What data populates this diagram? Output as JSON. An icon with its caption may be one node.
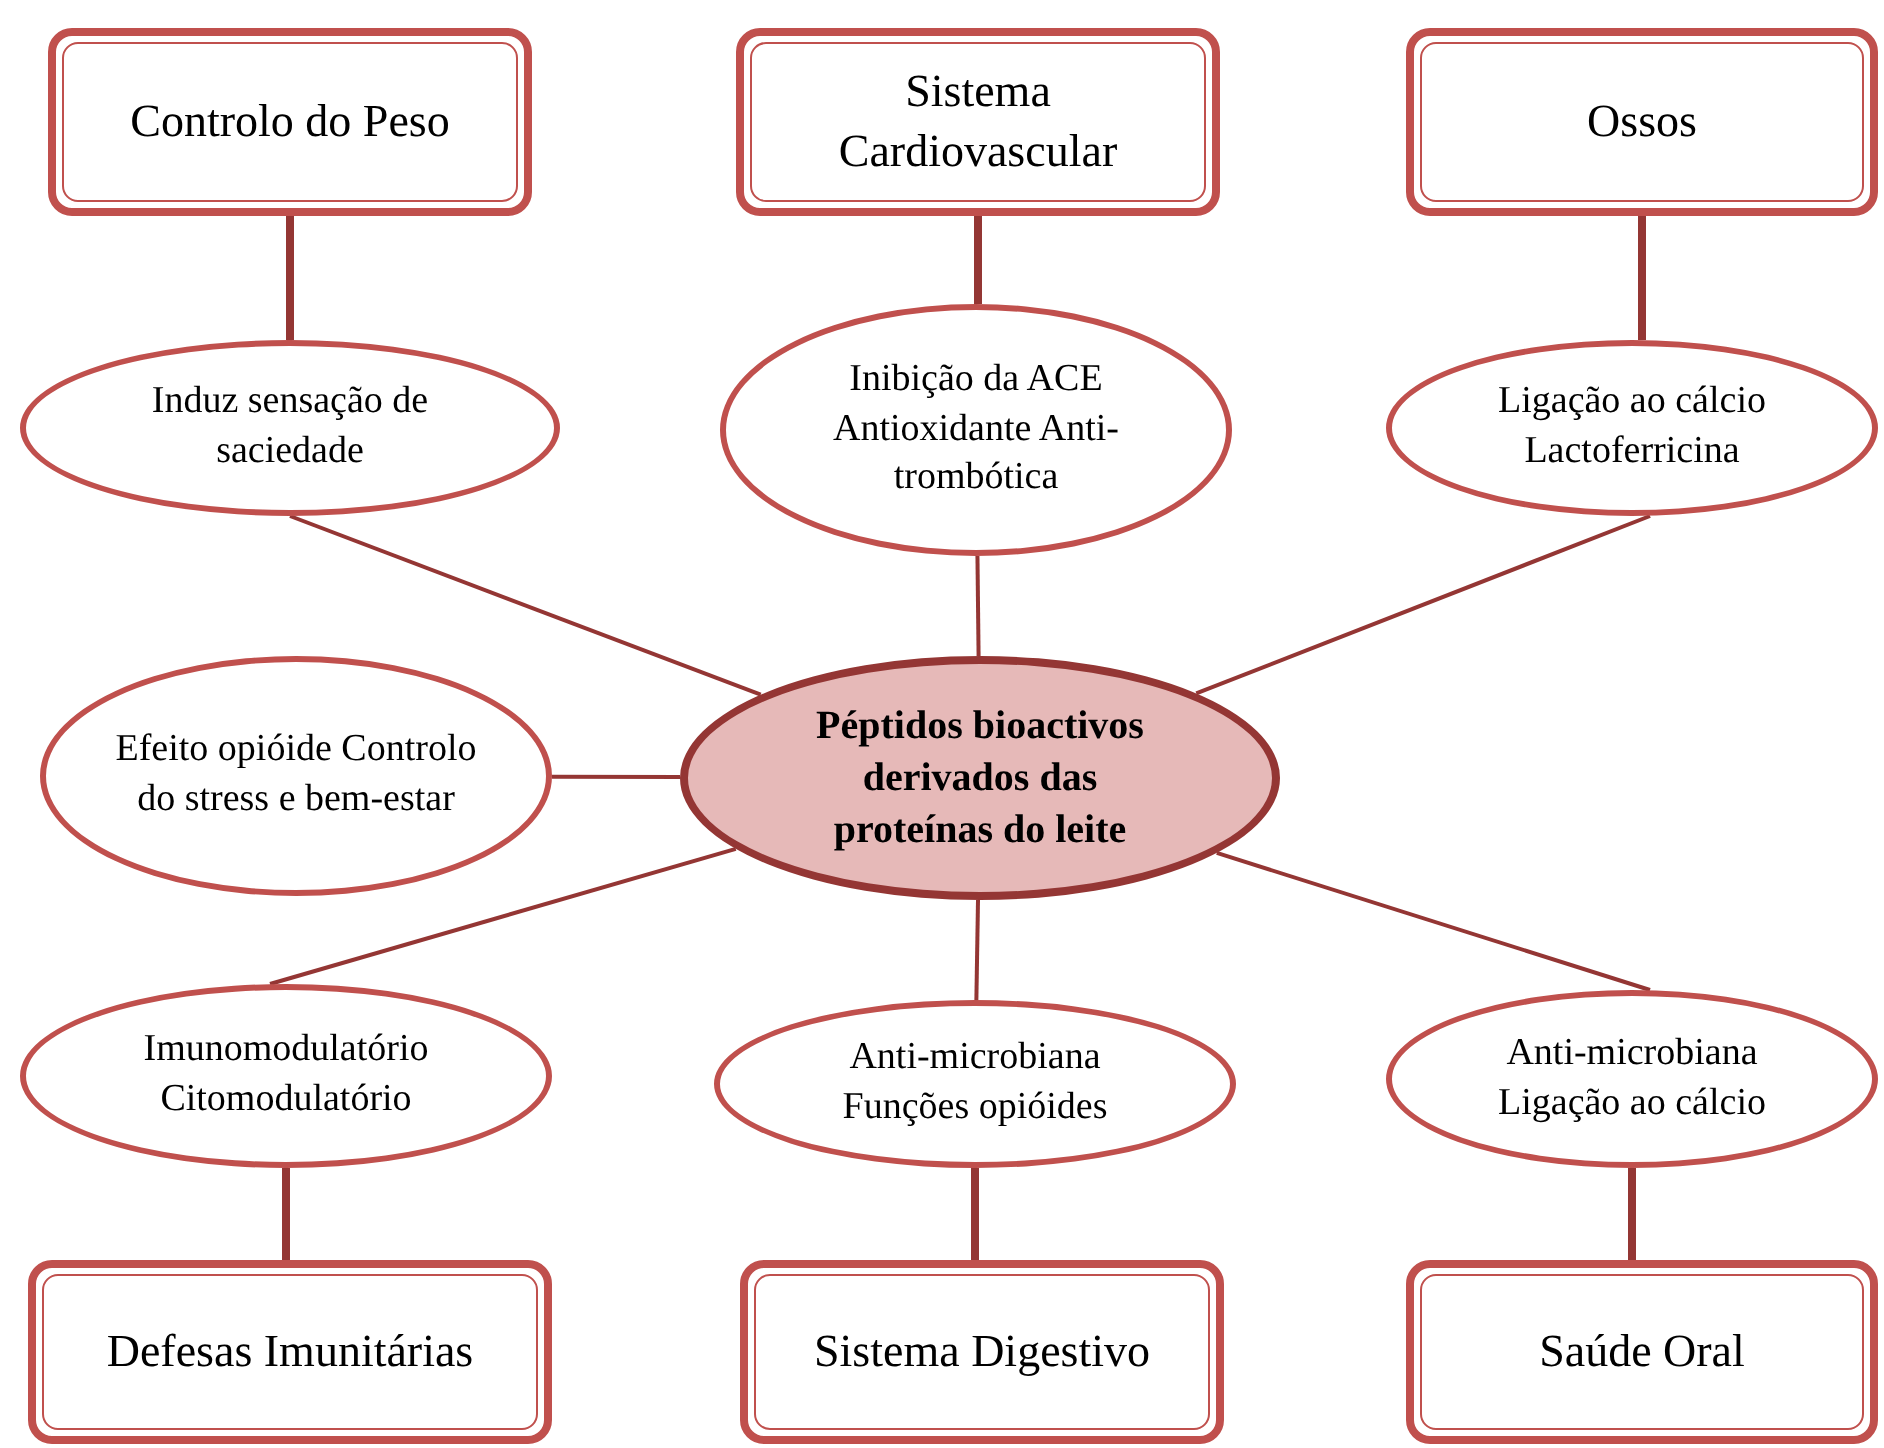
{
  "diagram": {
    "nodes": [
      {
        "text": [
          "Controlo do Peso"
        ]
      },
      {
        "text": [
          "Sistema Cardiovascular"
        ]
      },
      {
        "text": [
          "Ossos"
        ]
      },
      {
        "text": [
          "Induz sensação de saciedade"
        ]
      },
      {
        "text": [
          "Inibição da ACE Antioxidante Anti-trombótica"
        ]
      },
      {
        "text": [
          "Ligação ao cálcio Lactoferricina"
        ]
      },
      {
        "text": [
          "Efeito opióide Controlo do stress e bem-estar"
        ]
      },
      {
        "text": [
          "Péptidos bioactivos derivados das proteínas do leite"
        ]
      },
      {
        "text": [
          "Imunomodulatório Citomodulatório"
        ]
      },
      {
        "text": [
          "Anti-microbiana Funções opióides"
        ]
      },
      {
        "text": [
          "Anti-microbiana Ligação ao cálcio"
        ]
      },
      {
        "text": [
          "Defesas Imunitárias"
        ]
      },
      {
        "text": [
          "Sistema Digestivo"
        ]
      },
      {
        "text": [
          "Saúde Oral"
        ]
      }
    ],
    "edges": [
      {
        "from": 0,
        "to": 3,
        "arrow": "none",
        "style": "thick"
      },
      {
        "from": 1,
        "to": 4,
        "arrow": "none",
        "style": "thick"
      },
      {
        "from": 2,
        "to": 5,
        "arrow": "none",
        "style": "thick"
      },
      {
        "from": 3,
        "to": 7,
        "arrow": "none"
      },
      {
        "from": 4,
        "to": 7,
        "arrow": "none"
      },
      {
        "from": 5,
        "to": 7,
        "arrow": "none"
      },
      {
        "from": 6,
        "to": 7,
        "arrow": "none"
      },
      {
        "from": 7,
        "to": 8,
        "arrow": "none"
      },
      {
        "from": 7,
        "to": 9,
        "arrow": "none"
      },
      {
        "from": 7,
        "to": 10,
        "arrow": "none"
      },
      {
        "from": 8,
        "to": 11,
        "arrow": "none",
        "style": "thick"
      },
      {
        "from": 9,
        "to": 12,
        "arrow": "none",
        "style": "thick"
      },
      {
        "from": 10,
        "to": 13,
        "arrow": "none",
        "style": "thick"
      }
    ]
  }
}
